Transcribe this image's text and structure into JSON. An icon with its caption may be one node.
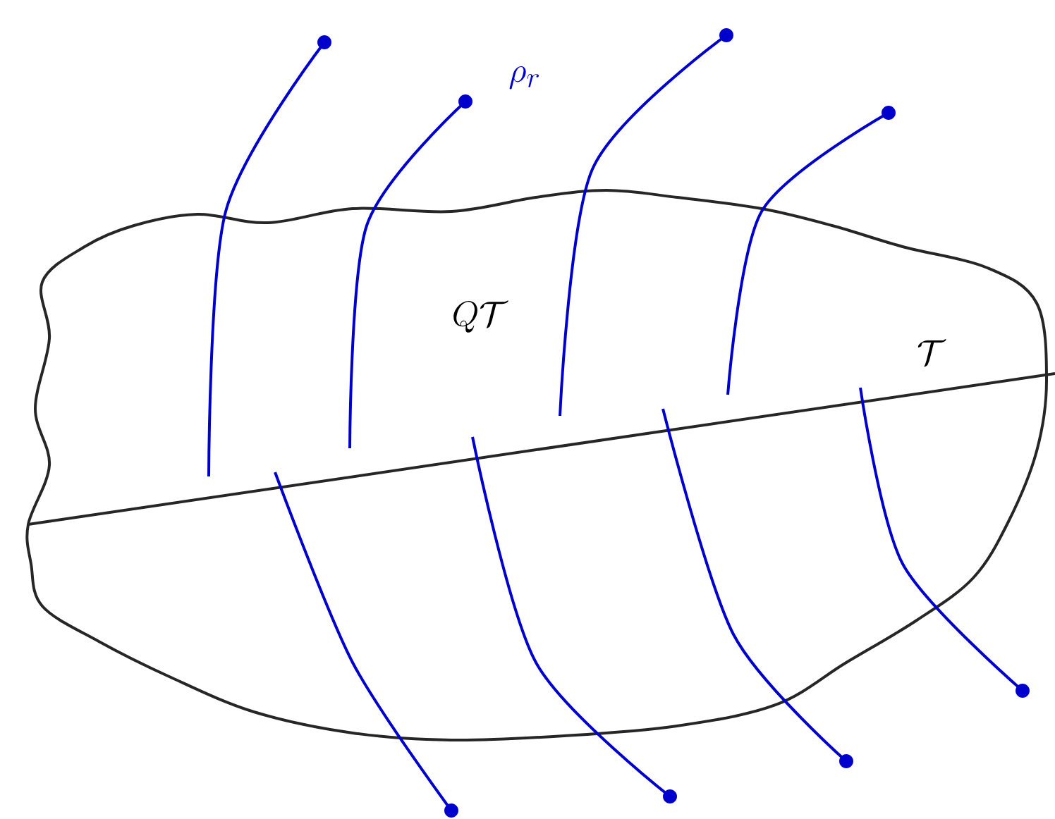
{
  "diagram": {
    "labels": [
      "\\rho_r",
      "Q\\mathcal{T}",
      "\\mathcal{T}"
    ]
  }
}
